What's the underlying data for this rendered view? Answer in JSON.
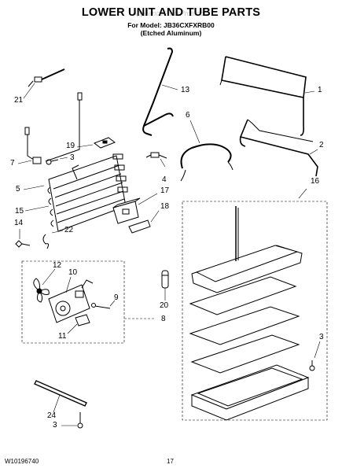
{
  "header": {
    "title": "LOWER UNIT AND TUBE PARTS",
    "model_line": "For Model: JB36CXFXRB00",
    "finish_line": "(Etched Aluminum)",
    "watermark": "AppliancePartsPros.com"
  },
  "callouts": {
    "c1": "1",
    "c2": "2",
    "c3a": "3",
    "c3b": "3",
    "c3c": "3",
    "c4": "4",
    "c5": "5",
    "c6": "6",
    "c7": "7",
    "c8": "8",
    "c9": "9",
    "c10": "10",
    "c11": "11",
    "c12": "12",
    "c13": "13",
    "c14": "14",
    "c15": "15",
    "c16": "16",
    "c17": "17",
    "c18": "18",
    "c19": "19",
    "c20": "20",
    "c21": "21",
    "c22": "22",
    "c24": "24"
  },
  "footer": {
    "doc_number": "W10196740",
    "page_number": "17"
  }
}
